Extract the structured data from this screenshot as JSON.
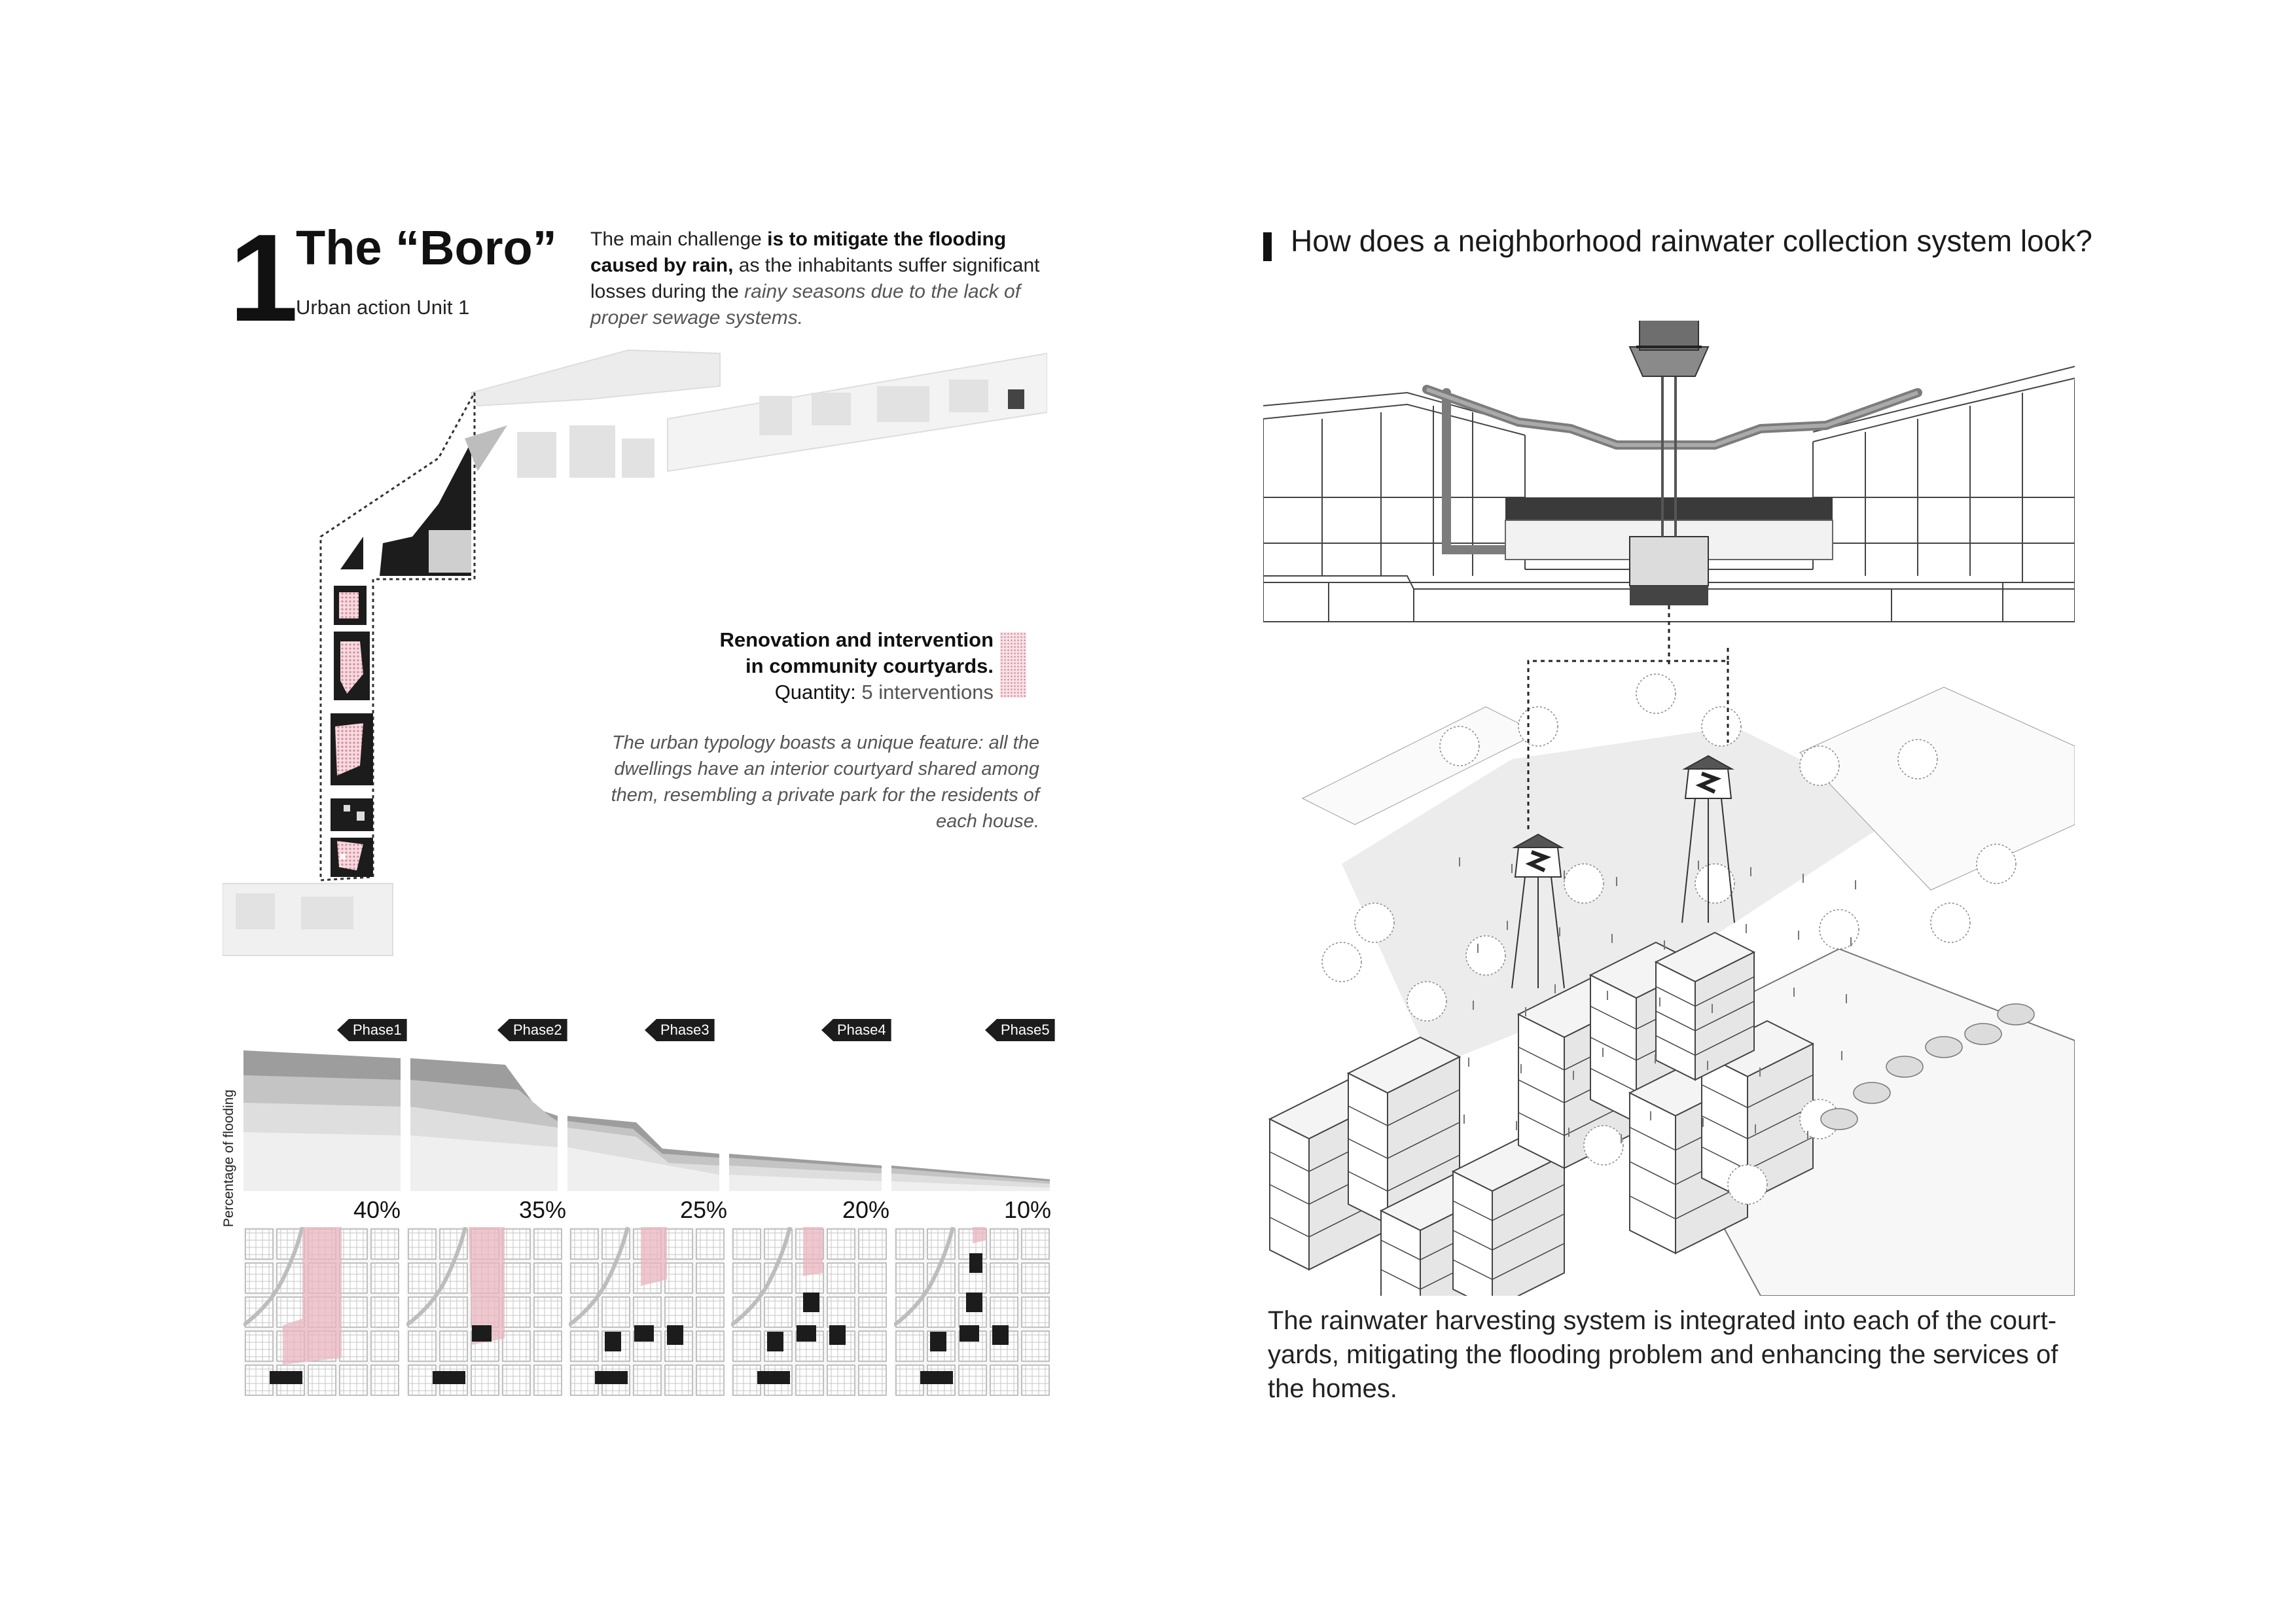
{
  "header": {
    "number": "1",
    "title": "The “Boro”",
    "subtitle": "Urban action Unit 1"
  },
  "intro": {
    "part1": "The main challenge ",
    "part2_bold": "is to mitigate the flooding caused by rain,",
    "part3": " as the inhabitants suffer signi­ficant losses during the ",
    "part4_italic": "rainy seasons due to the lack of proper sewage systems."
  },
  "legend": {
    "line1": "Renovation and intervention",
    "line2": "in community courtyards.",
    "quantity_label": "Quantity:",
    "quantity_value": "5 interventions",
    "swatch_color": "#e8b4bf"
  },
  "typology_note": "The urban typology boasts a unique feature: all the dwellings have an interior courtyard shared among them, resembling a private park for the residents of each house.",
  "phases": {
    "axis_label": "Percentage of flooding",
    "items": [
      {
        "label": "Phase1",
        "percent": "40%",
        "value": 40
      },
      {
        "label": "Phase2",
        "percent": "35%",
        "value": 35
      },
      {
        "label": "Phase3",
        "percent": "25%",
        "value": 25
      },
      {
        "label": "Phase4",
        "percent": "20%",
        "value": 20
      },
      {
        "label": "Phase5",
        "percent": "10%",
        "value": 10
      }
    ]
  },
  "right": {
    "question": "How does a neighborhood rainwater collection system look?",
    "caption": "The rainwater harvesting system is integrated into each of the court­yards, mitigating the flooding problem and enhancing the services of the homes."
  },
  "colors": {
    "accent_pink": "#e8b4bf",
    "dark": "#1c1c1c",
    "grey": "#cfcfcf"
  }
}
